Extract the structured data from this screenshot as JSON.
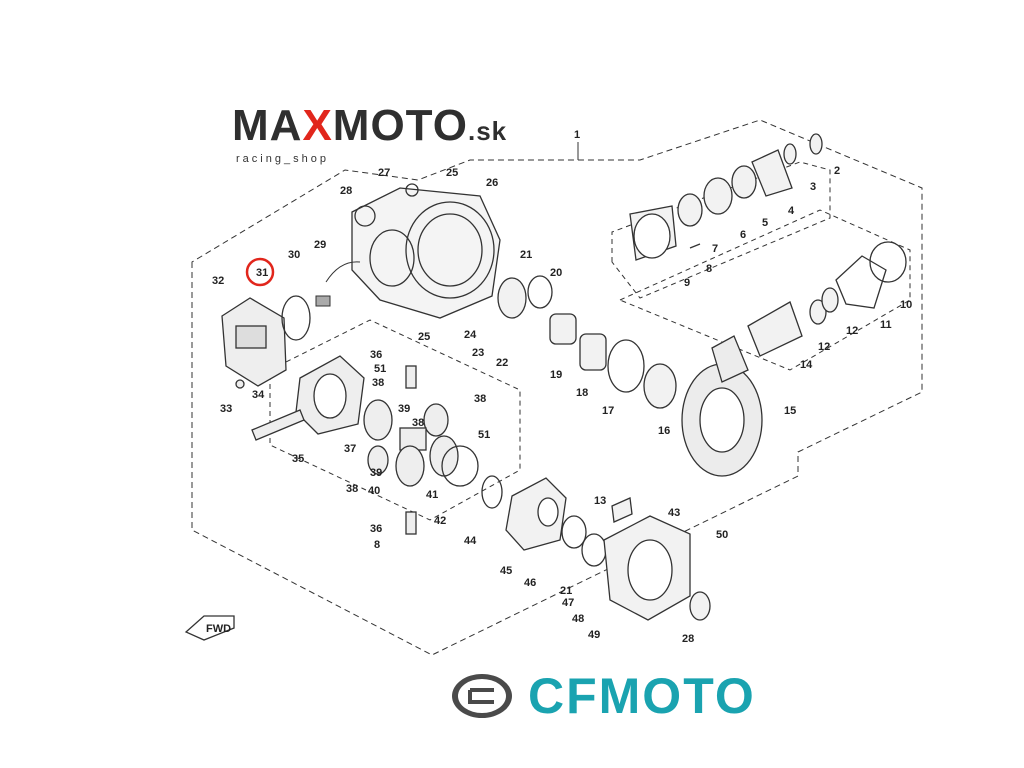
{
  "brand": {
    "max": "MA",
    "x": "X",
    "moto": "MOTO",
    "sk": ".sk",
    "subtitle": "racing_shop"
  },
  "fwd_label": "FWD",
  "footer_logo": {
    "name": "cfmoto-emblem-icon",
    "text": "CFMOTO"
  },
  "highlight": {
    "label": "31",
    "color": "#e1261c"
  },
  "colors": {
    "brand_dark": "#2f2f2f",
    "brand_red": "#e1261c",
    "cf_teal": "#1aa3b0",
    "line": "#333333"
  },
  "callouts": [
    "1",
    "2",
    "3",
    "4",
    "5",
    "6",
    "7",
    "8",
    "9",
    "10",
    "11",
    "12",
    "12",
    "13",
    "14",
    "15",
    "16",
    "17",
    "18",
    "19",
    "20",
    "21",
    "21",
    "22",
    "23",
    "24",
    "25",
    "25",
    "26",
    "27",
    "28",
    "28",
    "29",
    "30",
    "31",
    "32",
    "33",
    "34",
    "35",
    "36",
    "36",
    "37",
    "38",
    "38",
    "38",
    "38",
    "39",
    "39",
    "40",
    "41",
    "42",
    "43",
    "44",
    "45",
    "46",
    "47",
    "48",
    "49",
    "50",
    "51",
    "51",
    "8"
  ]
}
